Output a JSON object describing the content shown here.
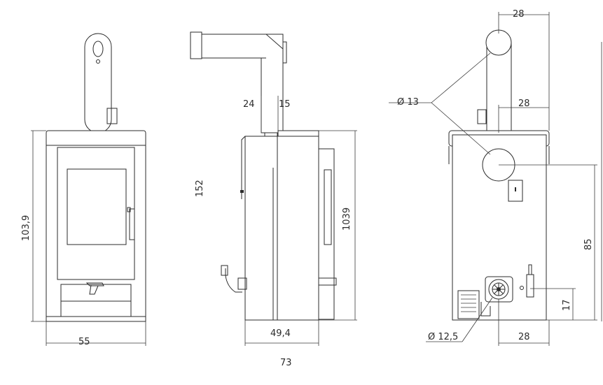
{
  "diagram": {
    "front_view": {
      "height_label": "103,9",
      "width_label": "55"
    },
    "side_view": {
      "pipe_offset_left": "24",
      "pipe_offset_right": "15",
      "flue_height_label": "152",
      "body_height_label": "1039",
      "depth_label": "49,4",
      "total_depth_label": "73"
    },
    "rear_view": {
      "top_pipe_offset": "28",
      "mid_pipe_offset": "28",
      "flue_diameter": "Ø 13",
      "flue_center_height": "85",
      "air_inlet_height": "17",
      "air_inlet_diameter": "Ø 12,5",
      "bottom_offset": "28"
    }
  }
}
